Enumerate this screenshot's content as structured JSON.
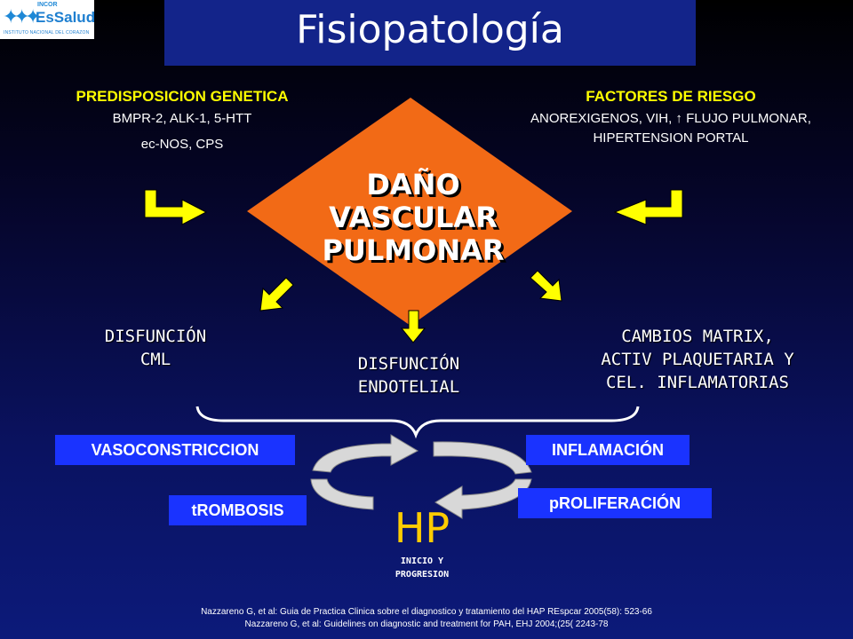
{
  "logo": {
    "incor": "INCOR",
    "name": "EsSalud",
    "subtitle": "INSTITUTO NACIONAL DEL CORAZON"
  },
  "title": "Fisiopatología",
  "genetics": {
    "heading": "PREDISPOSICION GENETICA",
    "line1": "BMPR-2, ALK-1, 5-HTT",
    "line2": "ec-NOS, CPS"
  },
  "risk": {
    "heading": "FACTORES DE RIESGO",
    "line1": "ANOREXIGENOS, VIH, ↑ FLUJO PULMONAR,",
    "line2": "HIPERTENSION PORTAL"
  },
  "center": {
    "line1": "DAÑO",
    "line2": "VASCULAR",
    "line3": "PULMONAR"
  },
  "outcomes": {
    "cml": {
      "line1": "DISFUNCIÓN",
      "line2": "CML"
    },
    "endothelial": {
      "line1": "DISFUNCIÓN",
      "line2": "ENDOTELIAL"
    },
    "matrix": {
      "line1": "CAMBIOS MATRIX,",
      "line2": "ACTIV PLAQUETARIA Y",
      "line3": "CEL. INFLAMATORIAS"
    }
  },
  "boxes": {
    "vasoconstriction": "VASOCONSTRICCION",
    "inflammation": "INFLAMACIÓN",
    "thrombosis": "tROMBOSIS",
    "proliferation": "pROLIFERACIÓN"
  },
  "hp": {
    "label": "HP",
    "sub1": "INICIO Y",
    "sub2": "PROGRESION"
  },
  "references": {
    "ref1": "Nazzareno  G, et al: Guia de Practica Clinica sobre el diagnostico y tratamiento del HAP REspcar 2005(58):  523-66",
    "ref2": "Nazzareno  G, et al: Guidelines on diagnostic and treatment for PAH, EHJ 2004;(25(  2243-78"
  },
  "colors": {
    "title_bar": "#13248a",
    "diamond": "#f26a16",
    "arrows": "#ffff00",
    "boxes": "#1a33ff",
    "hp": "#ffcc00"
  }
}
